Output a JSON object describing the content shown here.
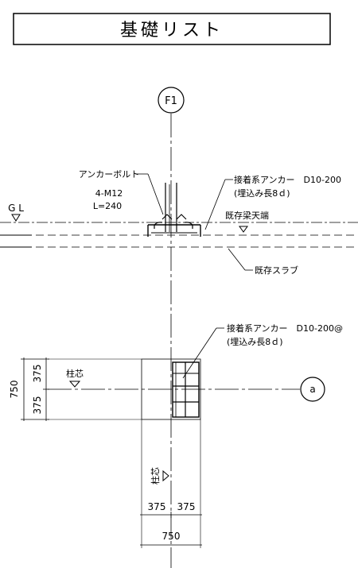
{
  "title": "基礎リスト",
  "grid": {
    "column_label": "F1",
    "row_label": "a"
  },
  "elevation": {
    "gl_label": "G L",
    "anchor_bolt": {
      "line1": "アンカーボルト",
      "line2": "4-M12",
      "line3": "L=240"
    },
    "adhesive_anchor": {
      "line1": "接着系アンカー　D10-200",
      "line2": "(埋込み長8ｄ)"
    },
    "existing_beam_top": "既存梁天端",
    "existing_slab": "既存スラブ"
  },
  "plan": {
    "adhesive_anchor": {
      "line1": "接着系アンカー　D10-200@",
      "line2": "(埋込み長8ｄ)"
    },
    "column_center_h": "柱芯",
    "column_center_v": "柱芯",
    "dim_vertical_total": "750",
    "dim_vertical_top": "375",
    "dim_vertical_bottom": "375",
    "dim_horizontal_left": "375",
    "dim_horizontal_right": "375",
    "dim_horizontal_total": "750"
  }
}
